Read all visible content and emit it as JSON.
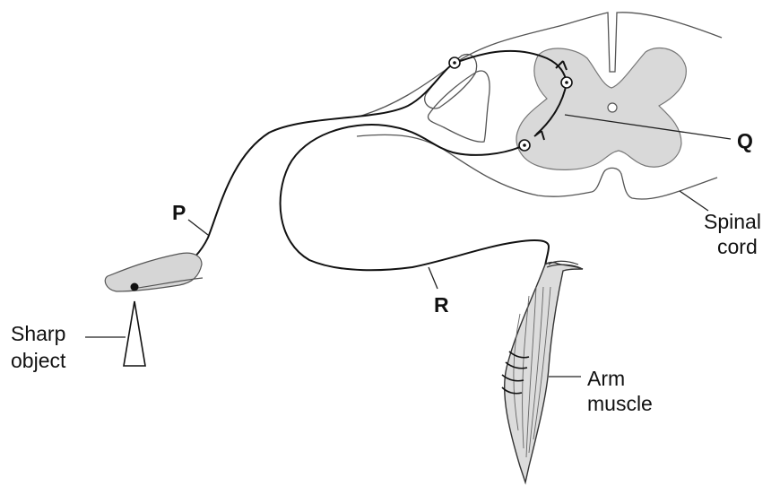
{
  "labels": {
    "p": "P",
    "q": "Q",
    "r": "R",
    "spinal_cord_line1": "Spinal",
    "spinal_cord_line2": "cord",
    "sharp_object_line1": "Sharp",
    "sharp_object_line2": "object",
    "arm_muscle_line1": "Arm",
    "arm_muscle_line2": "muscle"
  },
  "colors": {
    "grey_matter": "#d9d9d9",
    "muscle": "#dcdcdc",
    "finger": "#d6d6d6",
    "nerve": "#111111"
  }
}
